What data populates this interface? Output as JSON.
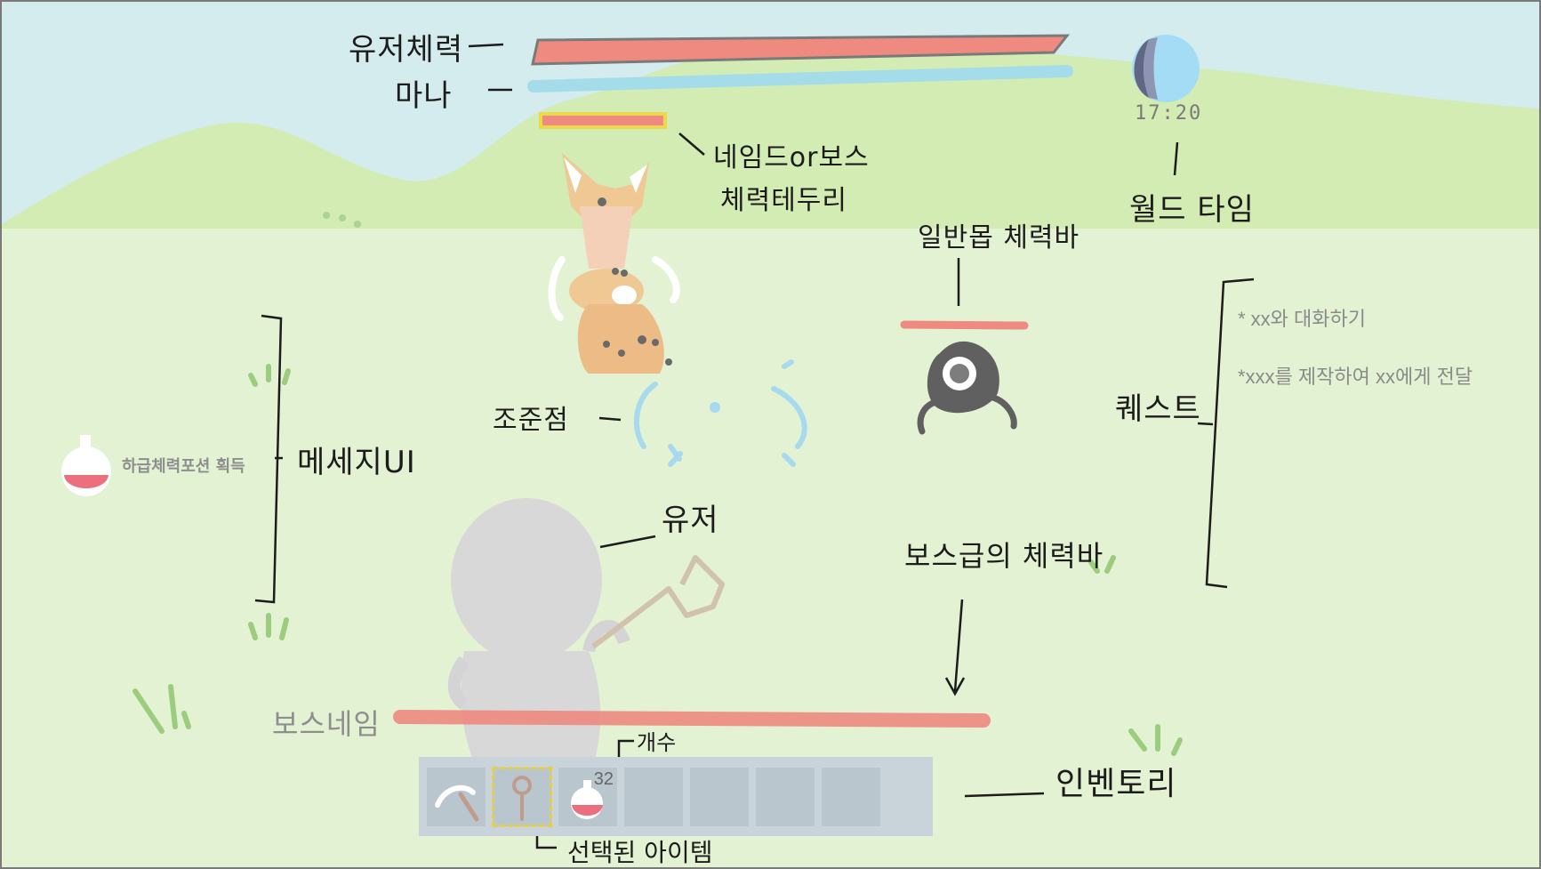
{
  "hud": {
    "user_hp_label": "유저체력",
    "mana_label": "마나",
    "world_time_value": "17:20",
    "world_time_label": "월드 타임",
    "named_boss_hp_label_line1": "네임드or보스",
    "named_boss_hp_label_line2": "체력테두리",
    "normal_mob_hp_label": "일반몹 체력바",
    "crosshair_label": "조준점",
    "user_label": "유저",
    "boss_hp_label": "보스급의 체력바",
    "boss_name": "보스네임",
    "message_ui_label": "메세지UI",
    "message_text": "하급체력포션 획득",
    "quest_label": "퀘스트",
    "count_label": "개수",
    "selected_item_label": "선택된 아이템",
    "inventory_label": "인벤토리"
  },
  "quests": [
    "* xx와 대화하기",
    "*xxx를 제작하여  xx에게 전달"
  ],
  "inventory": {
    "slots": [
      {
        "icon": "pickaxe-icon",
        "count": ""
      },
      {
        "icon": "key-wand-icon",
        "count": "",
        "selected": true
      },
      {
        "icon": "potion-icon",
        "count": "32"
      },
      {
        "icon": "",
        "count": ""
      },
      {
        "icon": "",
        "count": ""
      },
      {
        "icon": "",
        "count": ""
      },
      {
        "icon": "",
        "count": ""
      }
    ]
  },
  "colors": {
    "sky": "#d4ecee",
    "hill": "#d2ecb4",
    "ground": "#e3f2d3",
    "hp": "#ee8a80",
    "mana": "#a5dce9",
    "boss_border": "#ecd84a",
    "crosshair": "#a7d9ef",
    "inventory_bg": "#c9d4da"
  }
}
